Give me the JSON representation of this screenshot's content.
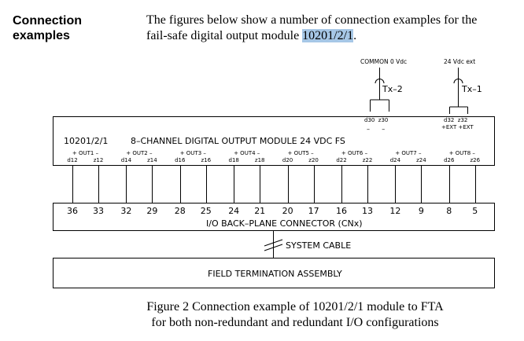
{
  "section_title_line1": "Connection",
  "section_title_line2": "examples",
  "intro_line1": "The figures below show a number of connection examples for the",
  "intro_line2_prefix": "fail-safe digital output module ",
  "intro_line2_highlight": "10201/2/1",
  "intro_line2_suffix": ".",
  "diagram": {
    "common_label": "COMMON 0 Vdc",
    "ext_label": "24 Vdc ext",
    "tx2_label": "Tx–2",
    "tx1_label": "Tx–1",
    "common_pins": "d30  z30",
    "common_signs": "–      –",
    "ext_pins": "d32  z32",
    "ext_signs": "+EXT +EXT",
    "module_id": "10201/2/1",
    "module_title": "8–CHANNEL DIGITAL OUTPUT MODULE 24 VDC FS",
    "outputs": [
      {
        "label": "+ OUT1 –",
        "pin_d": "d12",
        "pin_z": "z12",
        "conn_d": "36",
        "conn_z": "33"
      },
      {
        "label": "+ OUT2 –",
        "pin_d": "d14",
        "pin_z": "z14",
        "conn_d": "32",
        "conn_z": "29"
      },
      {
        "label": "+ OUT3 –",
        "pin_d": "d16",
        "pin_z": "z16",
        "conn_d": "28",
        "conn_z": "25"
      },
      {
        "label": "+ OUT4 –",
        "pin_d": "d18",
        "pin_z": "z18",
        "conn_d": "24",
        "conn_z": "21"
      },
      {
        "label": "+ OUT5 –",
        "pin_d": "d20",
        "pin_z": "z20",
        "conn_d": "20",
        "conn_z": "17"
      },
      {
        "label": "+ OUT6 –",
        "pin_d": "d22",
        "pin_z": "z22",
        "conn_d": "16",
        "conn_z": "13"
      },
      {
        "label": "+ OUT7 –",
        "pin_d": "d24",
        "pin_z": "z24",
        "conn_d": "12",
        "conn_z": "9"
      },
      {
        "label": "+ OUT8 –",
        "pin_d": "d26",
        "pin_z": "z26",
        "conn_d": "8",
        "conn_z": "5"
      }
    ],
    "backplane_label": "I/O BACK–PLANE CONNECTOR (CNx)",
    "system_cable_label": "SYSTEM CABLE",
    "fta_label": "FIELD TERMINATION ASSEMBLY"
  },
  "caption_line1": "Figure 2   Connection example of 10201/2/1 module to FTA",
  "caption_line2": "for both non-redundant and redundant I/O configurations"
}
